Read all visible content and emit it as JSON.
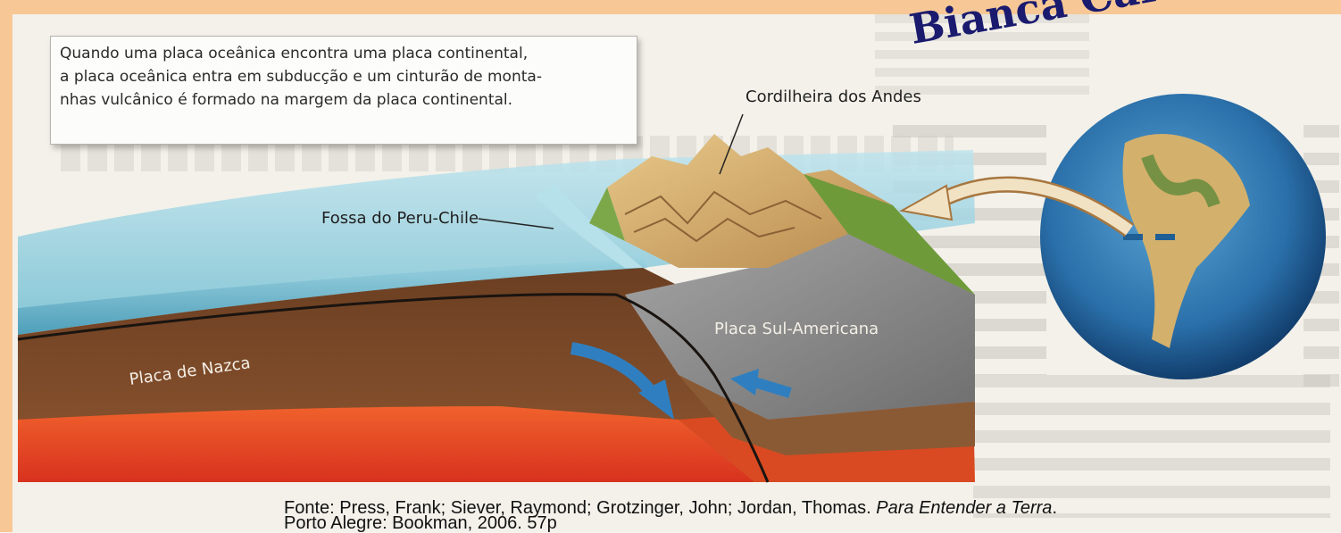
{
  "watermark": "Bianca Carvalho V",
  "callout": {
    "line1": "Quando uma placa oceânica encontra uma placa continental,",
    "line2": "a placa oceânica entra em subducção e um cinturão de monta-",
    "line3": "nhas vulcânico é formado na margem da placa continental."
  },
  "labels": {
    "andes": "Cordilheira dos Andes",
    "trench": "Fossa do Peru-Chile",
    "south_american_plate": "Placa Sul-Americana",
    "nazca_plate": "Placa de Nazca"
  },
  "caption": {
    "line1_prefix": "Fonte:  Press, Frank; Siever, Raymond; Grotzinger, John; Jordan, Thomas. ",
    "line1_title": "Para Entender a Terra",
    "line1_suffix": ".",
    "line2": "Porto Alegre: Bookman, 2006. 57p"
  },
  "colors": {
    "frame": "#f7c896",
    "watermark": "#1a1a6e",
    "ocean": "#7cc3d6",
    "mantle": "#e0432a",
    "crust": "#7a4a2a",
    "continent": "#8f8f8f",
    "arrow": "#2f7fc0"
  }
}
